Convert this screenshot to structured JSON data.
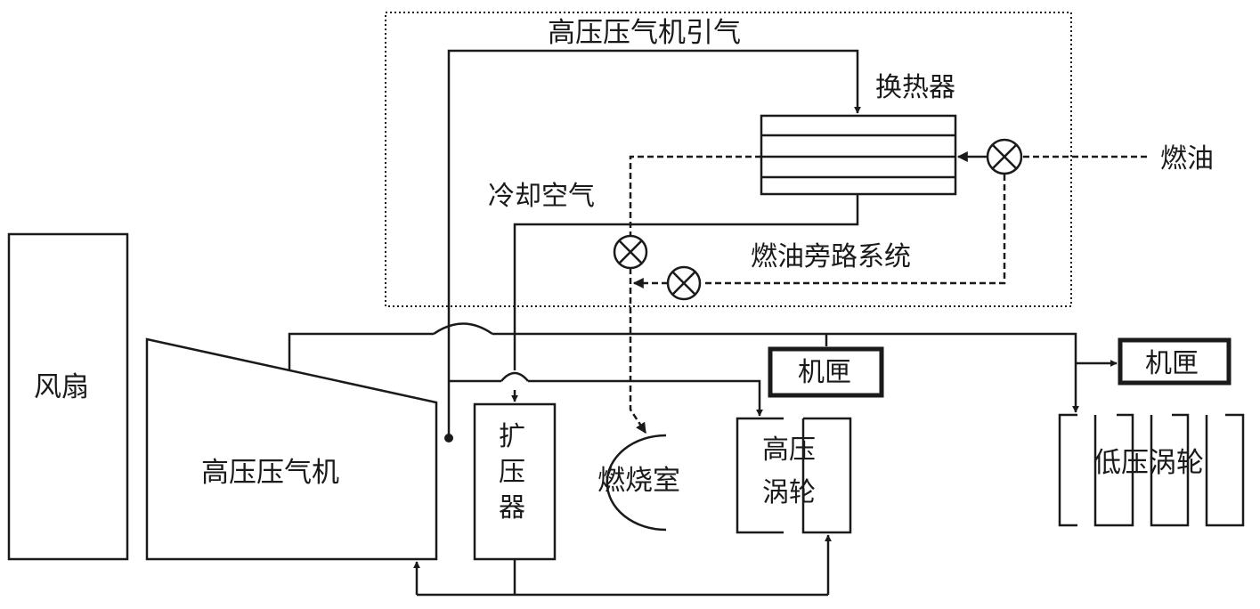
{
  "labels": {
    "bleed_air": "高压压气机引气",
    "heat_exchanger": "换热器",
    "fuel": "燃油",
    "cooling_air": "冷却空气",
    "fuel_bypass": "燃油旁路系统",
    "fan": "风扇",
    "hp_compressor": "高压压气机",
    "diffuser_line1": "扩",
    "diffuser_line2": "压",
    "diffuser_line3": "器",
    "combustor": "燃烧室",
    "hpt_line1": "高压",
    "hpt_line2": "涡轮",
    "casing_1": "机匣",
    "casing_2": "机匣",
    "lpt": "低压涡轮"
  },
  "colors": {
    "line": "#1a1a1a",
    "background": "#ffffff"
  },
  "icons": {
    "valve": "circle-cross-valve-icon"
  }
}
